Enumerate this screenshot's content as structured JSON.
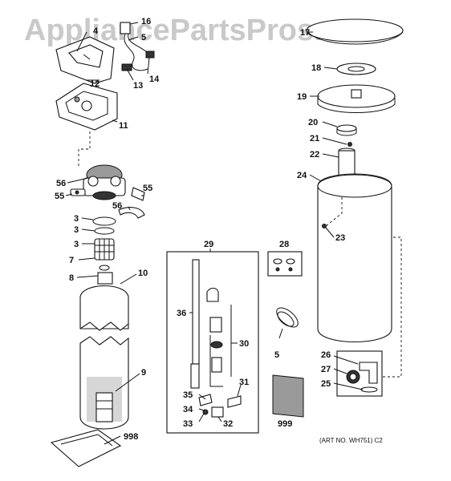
{
  "watermark": "AppliancePartsPros.com",
  "art_number": "(ART NO. WH751) C2",
  "labels": {
    "l1": "16",
    "l2": "4",
    "l3": "5",
    "l4": "12",
    "l5": "13",
    "l6": "14",
    "l7": "11",
    "l8": "56",
    "l9": "55",
    "l10": "55",
    "l11": "56",
    "l12": "3",
    "l13": "3",
    "l14": "3",
    "l15": "7",
    "l16": "8",
    "l17": "10",
    "l18": "9",
    "l19": "998",
    "l20": "29",
    "l21": "36",
    "l22": "30",
    "l23": "31",
    "l24": "35",
    "l25": "34",
    "l26": "33",
    "l27": "32",
    "l28": "28",
    "l29": "5",
    "l30": "999",
    "l31": "17",
    "l32": "18",
    "l33": "19",
    "l34": "20",
    "l35": "21",
    "l36": "22",
    "l37": "24",
    "l38": "23",
    "l39": "26",
    "l40": "27",
    "l41": "25"
  }
}
